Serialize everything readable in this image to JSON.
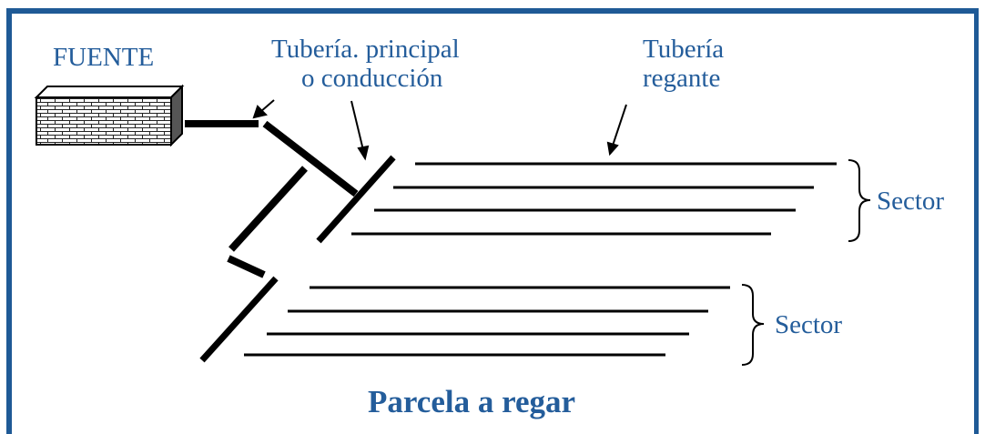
{
  "labels": {
    "source": "FUENTE",
    "main_pipe_line1": "Tubería. principal",
    "main_pipe_line2": "o conducción",
    "lateral_line1": "Tubería",
    "lateral_line2": "regante",
    "sector_upper": "Sector",
    "sector_lower": "Sector",
    "title": "Parcela a regar"
  },
  "colors": {
    "frame": "#1f5a96",
    "label_text": "#245d9b",
    "lines": "#000000"
  },
  "icons": {
    "source": "brick-wall-icon"
  }
}
